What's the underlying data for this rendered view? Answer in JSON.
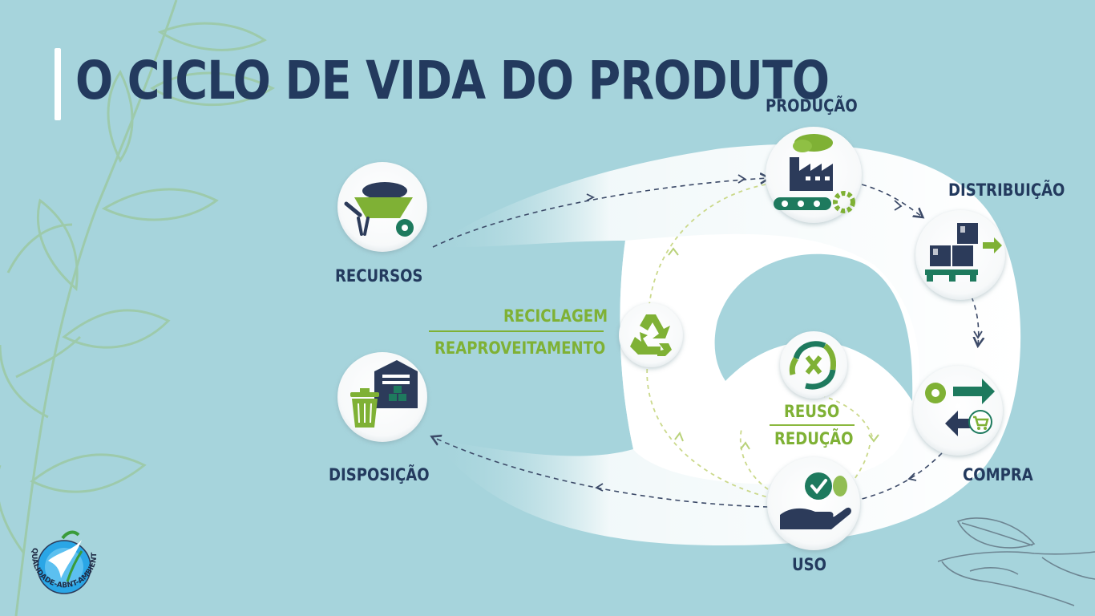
{
  "title": "O CICLO DE VIDA DO PRODUTO",
  "stages": {
    "recursos": "RECURSOS",
    "producao": "PRODUÇÃO",
    "distribuicao": "DISTRIBUIÇÃO",
    "compra": "COMPRA",
    "uso": "USO",
    "disposicao": "DISPOSIÇÃO"
  },
  "loops": {
    "reciclagem": "RECICLAGEM",
    "reaproveitamento": "REAPROVEITAMENTO",
    "reuso": "REUSO",
    "reducao": "REDUÇÃO"
  },
  "logo": {
    "text": "QUALIDADE-ABNT-AMBIENTAL"
  },
  "colors": {
    "background": "#a6d4dc",
    "title": "#233a5e",
    "accent_green": "#7fb135",
    "navy": "#2c3b5a",
    "teal": "#1e7a5e"
  }
}
